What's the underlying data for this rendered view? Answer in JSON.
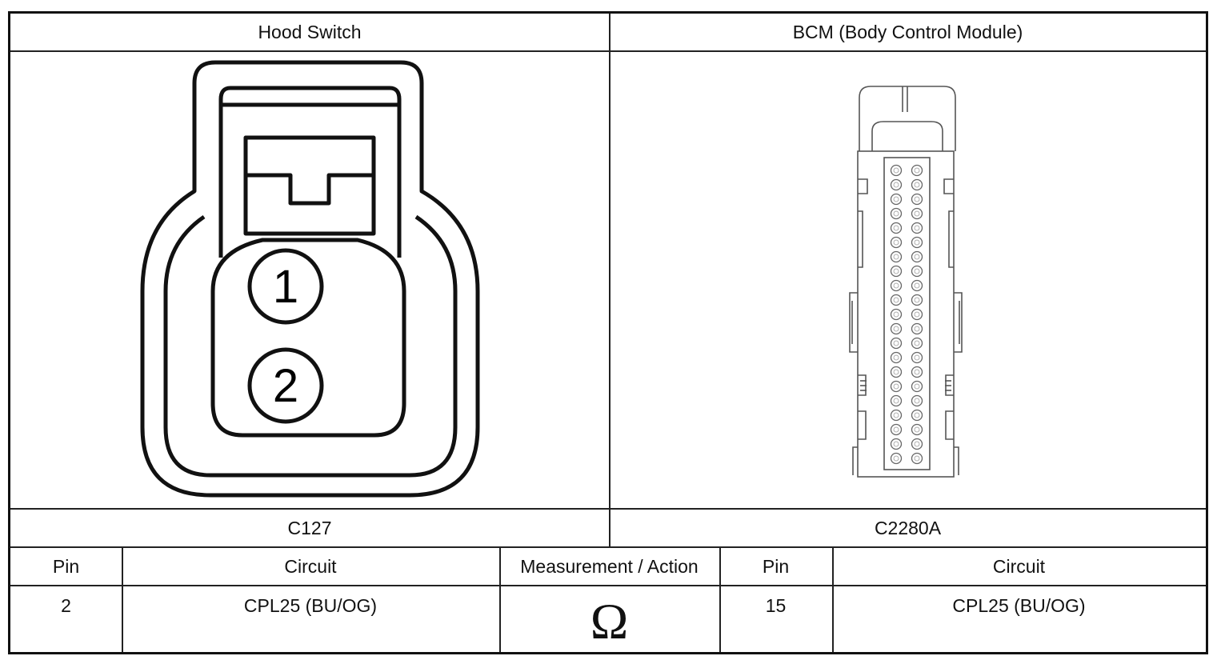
{
  "header": {
    "left_title": "Hood Switch",
    "right_title": "BCM (Body Control Module)"
  },
  "connectors": {
    "left_id": "C127",
    "right_id": "C2280A",
    "left_pins": [
      "1",
      "2"
    ]
  },
  "table": {
    "headers": [
      "Pin",
      "Circuit",
      "Measurement / Action",
      "Pin",
      "Circuit"
    ],
    "row": {
      "pin_left": "2",
      "circuit_left": "CPL25 (BU/OG)",
      "measurement_symbol": "Ω",
      "pin_right": "15",
      "circuit_right": "CPL25 (BU/OG)"
    }
  }
}
